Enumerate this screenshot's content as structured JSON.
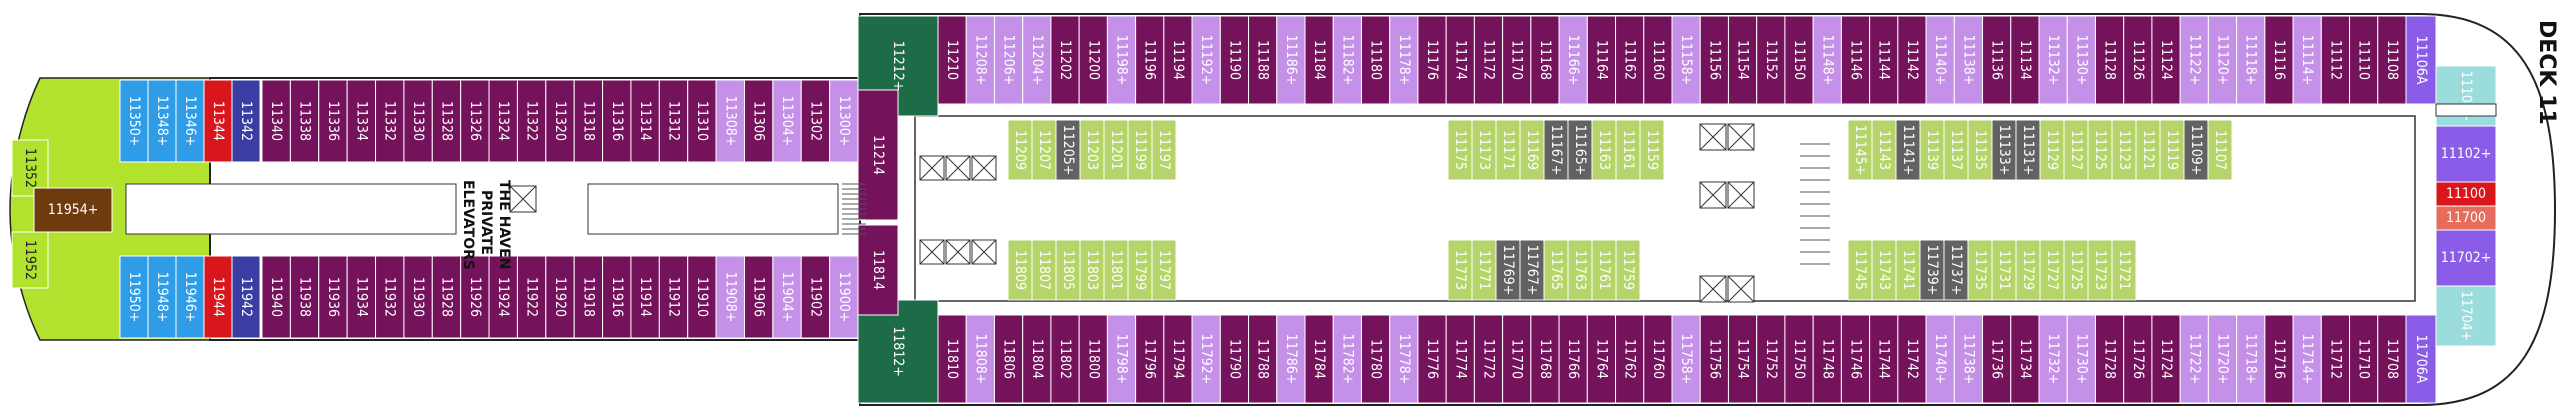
{
  "deck_label": "DECK 11",
  "haven_label": [
    "THE HAVEN",
    "PRIVATE",
    "ELEVATORS"
  ],
  "colors": {
    "standard": "#74125c",
    "accessible": "#c591e8",
    "inside": "#b5d56a",
    "inside_dark": "#626262",
    "green_suite": "#1e6b47",
    "spa": "#9bdcdc",
    "forward_suite": "#8a5ce8",
    "red": "#d8161c",
    "salmon": "#e66d5c",
    "blue": "#2f9ce8",
    "deep_blue": "#3a3da4",
    "lime": "#b3e22e",
    "brown": "#6d3b0d"
  },
  "top_row": [
    "11210",
    "11208+",
    "11206+",
    "11204+",
    "11202",
    "11200",
    "11198+",
    "11196",
    "11194",
    "11192+",
    "11190",
    "11188",
    "11186+",
    "11184",
    "11182+",
    "11180",
    "11178+",
    "11176",
    "11174",
    "11172",
    "11170",
    "11168",
    "11166+",
    "11164",
    "11162",
    "11160",
    "11158+",
    "11156",
    "11154",
    "11152",
    "11150",
    "11148+",
    "11146",
    "11144",
    "11142",
    "11140+",
    "11138+",
    "11136",
    "11134",
    "11132+",
    "11130+",
    "11128",
    "11126",
    "11124",
    "11122+",
    "11120+",
    "11118+",
    "11116",
    "11114+",
    "11112",
    "11110",
    "11108"
  ],
  "top_row_types": [
    "s",
    "a",
    "a",
    "a",
    "s",
    "s",
    "a",
    "s",
    "s",
    "a",
    "s",
    "s",
    "a",
    "s",
    "a",
    "s",
    "a",
    "s",
    "s",
    "s",
    "s",
    "s",
    "a",
    "s",
    "s",
    "s",
    "a",
    "s",
    "s",
    "s",
    "s",
    "a",
    "s",
    "s",
    "s",
    "a",
    "a",
    "s",
    "s",
    "a",
    "a",
    "s",
    "s",
    "s",
    "a",
    "a",
    "a",
    "s",
    "a",
    "s",
    "s",
    "s"
  ],
  "bottom_row": [
    "11810",
    "11808+",
    "11806",
    "11804",
    "11802",
    "11800",
    "11798+",
    "11796",
    "11794",
    "11792+",
    "11790",
    "11788",
    "11786+",
    "11784",
    "11782+",
    "11780",
    "11778+",
    "11776",
    "11774",
    "11772",
    "11770",
    "11768",
    "11766",
    "11764",
    "11762",
    "11760",
    "11758+",
    "11756",
    "11754",
    "11752",
    "11750",
    "11748",
    "11746",
    "11744",
    "11742",
    "11740+",
    "11738+",
    "11736",
    "11734",
    "11732+",
    "11730+",
    "11728",
    "11726",
    "11724",
    "11722+",
    "11720+",
    "11718+",
    "11716",
    "11714+",
    "11712",
    "11710",
    "11708"
  ],
  "bottom_row_types": [
    "s",
    "a",
    "s",
    "s",
    "s",
    "s",
    "a",
    "s",
    "s",
    "a",
    "s",
    "s",
    "a",
    "s",
    "a",
    "s",
    "a",
    "s",
    "s",
    "s",
    "s",
    "s",
    "s",
    "s",
    "s",
    "s",
    "a",
    "s",
    "s",
    "s",
    "s",
    "s",
    "s",
    "s",
    "s",
    "a",
    "a",
    "s",
    "s",
    "a",
    "a",
    "s",
    "s",
    "s",
    "a",
    "a",
    "a",
    "s",
    "a",
    "s",
    "s",
    "s"
  ],
  "aft_top": [
    "11340",
    "11338",
    "11336",
    "11334",
    "11332",
    "11330",
    "11328",
    "11326",
    "11324",
    "11322",
    "11320",
    "11318",
    "11316",
    "11314",
    "11312",
    "11310",
    "11308+",
    "11306",
    "11304+",
    "11302",
    "11300+"
  ],
  "aft_top_types": [
    "s",
    "s",
    "s",
    "s",
    "s",
    "s",
    "s",
    "s",
    "s",
    "s",
    "s",
    "s",
    "s",
    "s",
    "s",
    "s",
    "a",
    "s",
    "a",
    "s",
    "a"
  ],
  "aft_bottom": [
    "11940",
    "11938",
    "11936",
    "11934",
    "11932",
    "11930",
    "11928",
    "11926",
    "11924",
    "11922",
    "11920",
    "11918",
    "11916",
    "11914",
    "11912",
    "11910",
    "11908+",
    "11906",
    "11904+",
    "11902",
    "11900+"
  ],
  "aft_bottom_types": [
    "s",
    "s",
    "s",
    "s",
    "s",
    "s",
    "s",
    "s",
    "s",
    "s",
    "s",
    "s",
    "s",
    "s",
    "s",
    "s",
    "a",
    "s",
    "a",
    "s",
    "a"
  ],
  "aft_cap_top": [
    "11350+",
    "11348+",
    "11346+",
    "11344",
    "11342"
  ],
  "aft_cap_bottom": [
    "11950+",
    "11948+",
    "11946+",
    "11944",
    "11942"
  ],
  "aft_end": [
    "11352",
    "11954+",
    "11952"
  ],
  "stair_top": "11214",
  "stair_bottom": "11814",
  "corner_top": "11212+",
  "corner_bottom": "11812+",
  "fwd_corner_top": "11106A",
  "fwd_corner_bottom": "11706A",
  "fwd_block": [
    "11104+",
    "11102+",
    "11100",
    "11700",
    "11702+",
    "11704+"
  ],
  "inner_top_a": [
    "11209",
    "11207",
    "11205+",
    "11203",
    "11201",
    "11199",
    "11197"
  ],
  "inner_bot_a": [
    "11809",
    "11807",
    "11805",
    "11803",
    "11801",
    "11799",
    "11797"
  ],
  "inner_top_b": [
    "11175",
    "11173",
    "11171",
    "11169",
    "11167+",
    "11165+",
    "11163",
    "11161",
    "11159"
  ],
  "inner_bot_b": [
    "11773",
    "11771",
    "11769+",
    "11767+",
    "11765",
    "11763",
    "11761",
    "11759"
  ],
  "inner_top_c": [
    "11145+",
    "11143",
    "11141+",
    "11139",
    "11137",
    "11135",
    "11133+",
    "11131+",
    "11129",
    "11127",
    "11125",
    "11123",
    "11121",
    "11119",
    "11109+",
    "11107"
  ],
  "inner_bot_c": [
    "11745",
    "11743",
    "11741",
    "11739+",
    "11737+",
    "11735",
    "11731",
    "11729",
    "11727",
    "11725",
    "11723",
    "11721"
  ]
}
